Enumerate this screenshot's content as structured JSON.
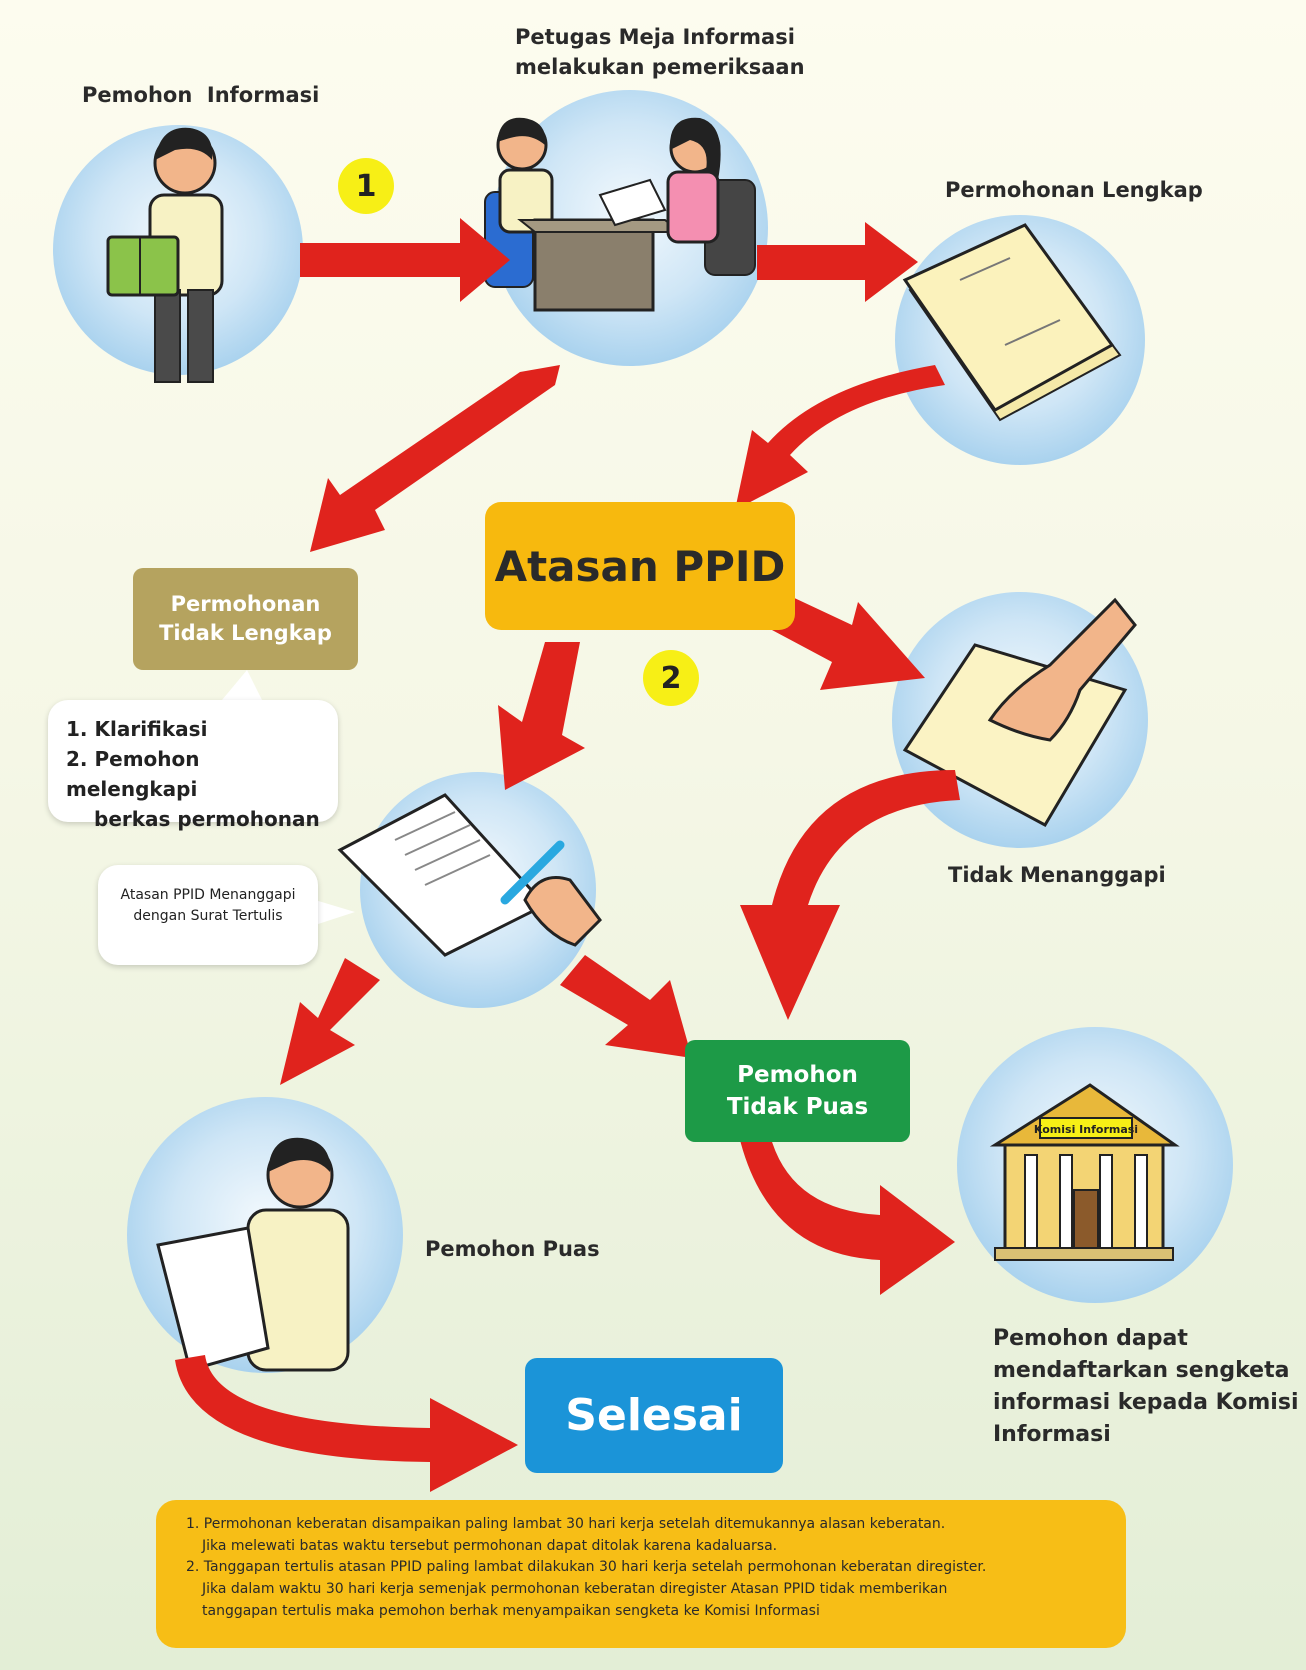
{
  "labels": {
    "pemohon_informasi": "Pemohon  Informasi",
    "petugas_line1": "Petugas Meja Informasi",
    "petugas_line2": "melakukan pemeriksaan",
    "permohonan_lengkap": "Permohonan Lengkap",
    "tidak_menanggapi": "Tidak Menanggapi",
    "pemohon_puas": "Pemohon Puas",
    "sengketa": [
      "Pemohon dapat",
      "mendaftarkan sengketa",
      "informasi kepada Komisi",
      "Informasi"
    ]
  },
  "boxes": {
    "atasan_ppid": "Atasan PPID",
    "tidak_lengkap": [
      "Permohonan",
      "Tidak Lengkap"
    ],
    "tidak_puas": [
      "Pemohon",
      "Tidak Puas"
    ],
    "selesai": "Selesai"
  },
  "badges": {
    "step1": "1",
    "step2": "2"
  },
  "bubbles": {
    "klarifikasi": [
      "1. Klarifikasi",
      "2. Pemohon melengkapi",
      "berkas permohonan"
    ],
    "menanggapi": [
      "Atasan PPID Menanggapi",
      "dengan Surat Tertulis"
    ]
  },
  "building_sign": "Komisi Informasi",
  "notes": [
    "1. Permohonan keberatan disampaikan paling lambat 30 hari kerja setelah ditemukannya alasan keberatan.",
    "Jika melewati batas waktu tersebut permohonan dapat ditolak karena kadaluarsa.",
    "2. Tanggapan tertulis atasan PPID paling lambat dilakukan 30 hari kerja setelah permohonan keberatan diregister.",
    "Jika dalam waktu 30 hari kerja semenjak permohonan keberatan diregister Atasan PPID tidak memberikan",
    "tanggapan tertulis maka pemohon berhak menyampaikan sengketa ke Komisi Informasi"
  ],
  "colors": {
    "arrow": "#e0231d",
    "atasan_box": "#f7b90e",
    "tidak_lengkap_box": "#b5a35f",
    "tidak_puas_box": "#1d9a47",
    "selesai_box": "#1b94d8",
    "badge": "#f7ef16",
    "circle": "#c6e2f5"
  }
}
